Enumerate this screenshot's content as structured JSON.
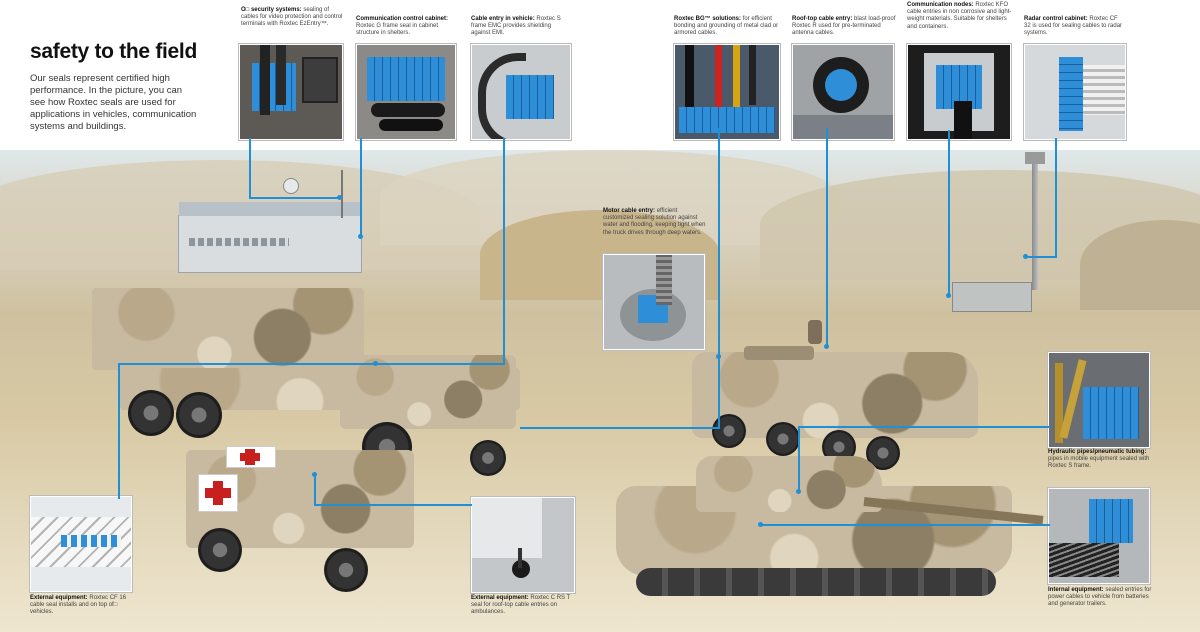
{
  "header": {
    "title": "safety to the field",
    "intro": "Our seals represent certified high performance. In the picture, you can see how Roxtec seals are used for applications in vehicles, communication systems and buildings."
  },
  "callouts": {
    "c1": {
      "heading": "O□ security systems:",
      "body": "sealing of cables for video protection and control terminals with Roxtec EzEntry™."
    },
    "c2": {
      "heading": "Communication control cabinet:",
      "body": "Roxtec G frame seal in cabinet structure in shelters."
    },
    "c3": {
      "heading": "Cable entry in vehicle:",
      "body": "Roxtec S frame EMC provides shielding against EMI."
    },
    "c4": {
      "heading": "Roxtec BG™ solutions:",
      "body": "for efficient bonding and grounding of metal clad or armored cables."
    },
    "c5": {
      "heading": "Roof-top cable entry:",
      "body": "blast load-proof Roxtec R used for pre-terminated antenna cables."
    },
    "c6": {
      "heading": "Communication nodes:",
      "body": "Roxtec KFO cable entries in non corrosive and light-weight materials. Suitable for shelters and containers."
    },
    "c7": {
      "heading": "Radar control cabinet:",
      "body": "Roxtec CF 32 is used for sealing cables to radar systems."
    },
    "c8": {
      "heading": "Motor cable entry:",
      "body": "efficient customized sealing solution against water and flooding, keeping tight when the truck drives through deep waters."
    },
    "c9": {
      "heading": "Hydraulic pipes/pneumatic tubing:",
      "body": "pipes in mobile equipment sealed with Roxtec S frame."
    },
    "c10": {
      "heading": "External equipment:",
      "body": "Roxtec CF 16 cable seal installs and on top of□ vehicles."
    },
    "c11": {
      "heading": "External equipment:",
      "body": "Roxtec C RS T seal for roof-top cable entries on ambulances."
    },
    "c12": {
      "heading": "Internal equipment:",
      "body": "sealed entries for power cables to vehicle from batteries and generator trailers."
    }
  },
  "colors": {
    "accent_line": "#1f8fd6",
    "seal_blue": "#2e8fd8",
    "ambulance_red": "#c8201f"
  }
}
